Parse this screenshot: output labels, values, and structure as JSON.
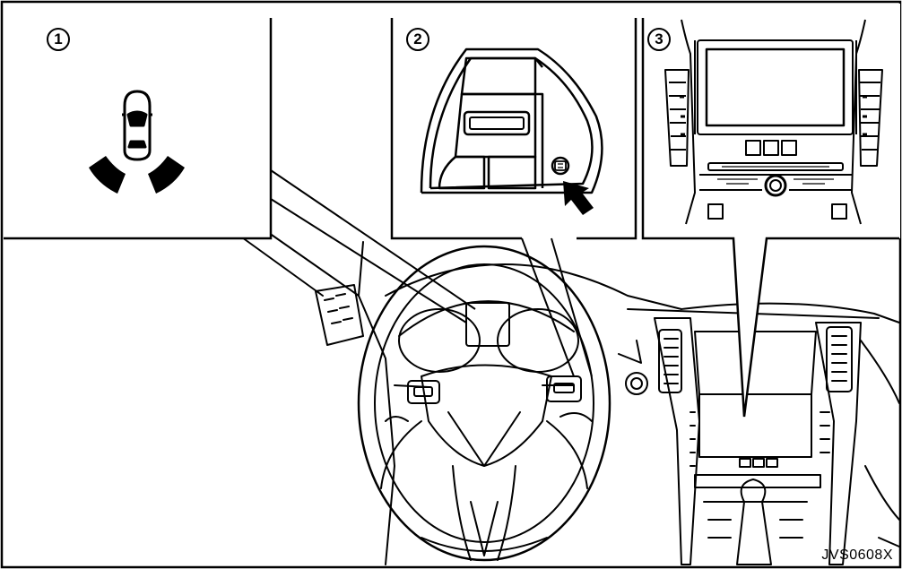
{
  "callouts": [
    {
      "label": "1"
    },
    {
      "label": "2"
    },
    {
      "label": "3"
    }
  ],
  "figure_code": "JVS0608X",
  "colors": {
    "ink": "#000000",
    "paper": "#ffffff"
  }
}
